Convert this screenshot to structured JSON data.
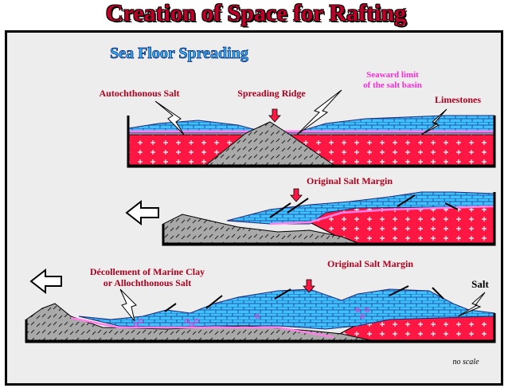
{
  "title": "Creation of Space for Rafting",
  "subtitle": "Sea Floor Spreading",
  "labels": {
    "autochthonous_salt": "Autochthonous Salt",
    "spreading_ridge": "Spreading Ridge",
    "seaward_limit_line1": "Seaward limit",
    "seaward_limit_line2": "of the salt basin",
    "limestones": "Limestones",
    "original_salt_margin_1": "Original Salt Margin",
    "decollement_line1": "Décollement of Marine Clay",
    "decollement_line2": "or Allochthonous Salt",
    "original_salt_margin_2": "Original Salt Margin",
    "salt": "Salt",
    "no_scale": "no scale"
  },
  "colors": {
    "title": "#c1002a",
    "subtitle": "#2fb6ff",
    "label_red": "#b0001e",
    "label_pink": "#ff2bd6",
    "salt": "#ff1744",
    "limestone": "#3fc0ff",
    "crust": "#a9a9a9",
    "clay": "#ff80e8",
    "background": "#ededed"
  }
}
